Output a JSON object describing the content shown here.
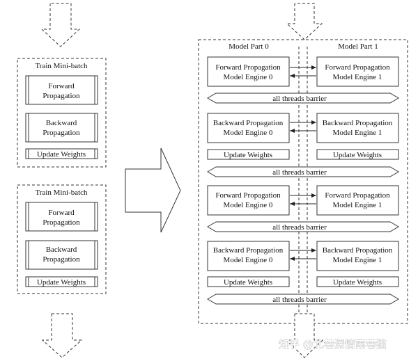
{
  "left_column": {
    "blocks": [
      {
        "title": "Train Mini-batch",
        "forward": [
          "Forward",
          "Propagation"
        ],
        "backward": [
          "Backward",
          "Propagation"
        ],
        "update": "Update Weights"
      },
      {
        "title": "Train Mini-batch",
        "forward": [
          "Forward",
          "Propagation"
        ],
        "backward": [
          "Backward",
          "Propagation"
        ],
        "update": "Update Weights"
      }
    ]
  },
  "right_panel": {
    "part_labels": [
      "Model Part 0",
      "Model Part 1"
    ],
    "rows": [
      {
        "left": [
          "Forward Propagation",
          "Model Engine 0"
        ],
        "right": [
          "Forward Propagation",
          "Model Engine 1"
        ]
      },
      {
        "barrier": "all threads barrier"
      },
      {
        "left": [
          "Backward Propagation",
          "Model Engine 0"
        ],
        "right": [
          "Backward Propagation",
          "Model Engine 1"
        ]
      },
      {
        "update": [
          "Update Weights",
          "Update Weights"
        ]
      },
      {
        "barrier": "all threads barrier"
      },
      {
        "left": [
          "Forward Propagation",
          "Model Engine 0"
        ],
        "right": [
          "Forward Propagation",
          "Model Engine 1"
        ]
      },
      {
        "barrier": "all threads barrier"
      },
      {
        "left": [
          "Backward Propagation",
          "Model Engine 0"
        ],
        "right": [
          "Backward Propagation",
          "Model Engine 1"
        ]
      },
      {
        "update": [
          "Update Weights",
          "Update Weights"
        ]
      },
      {
        "barrier": "all threads barrier"
      }
    ]
  },
  "watermark": "知乎 @北巷深情南巷猫",
  "colors": {
    "stroke": "#333333",
    "text": "#111111",
    "background": "#ffffff"
  }
}
